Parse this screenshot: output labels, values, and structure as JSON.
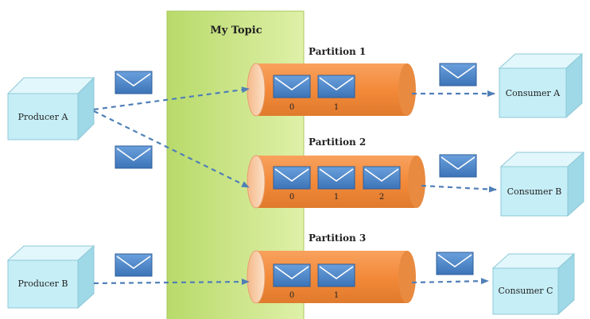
{
  "topic": {
    "title": "My Topic"
  },
  "producers": [
    {
      "label": "Producer A"
    },
    {
      "label": "Producer B"
    }
  ],
  "consumers": [
    {
      "label": "Consumer A"
    },
    {
      "label": "Consumer B"
    },
    {
      "label": "Consumer C"
    }
  ],
  "partitions": [
    {
      "label": "Partition 1",
      "offsets": [
        "0",
        "1"
      ]
    },
    {
      "label": "Partition 2",
      "offsets": [
        "0",
        "1",
        "2"
      ]
    },
    {
      "label": "Partition 3",
      "offsets": [
        "0",
        "1"
      ]
    }
  ],
  "colors": {
    "topic_fill": "#cce68a",
    "partition_fill": "#f79646",
    "box_fill": "#c6eef6",
    "envelope_fill": "#4a84c8",
    "arrow": "#4f7fb6"
  },
  "icons": {
    "message": "envelope-icon"
  }
}
